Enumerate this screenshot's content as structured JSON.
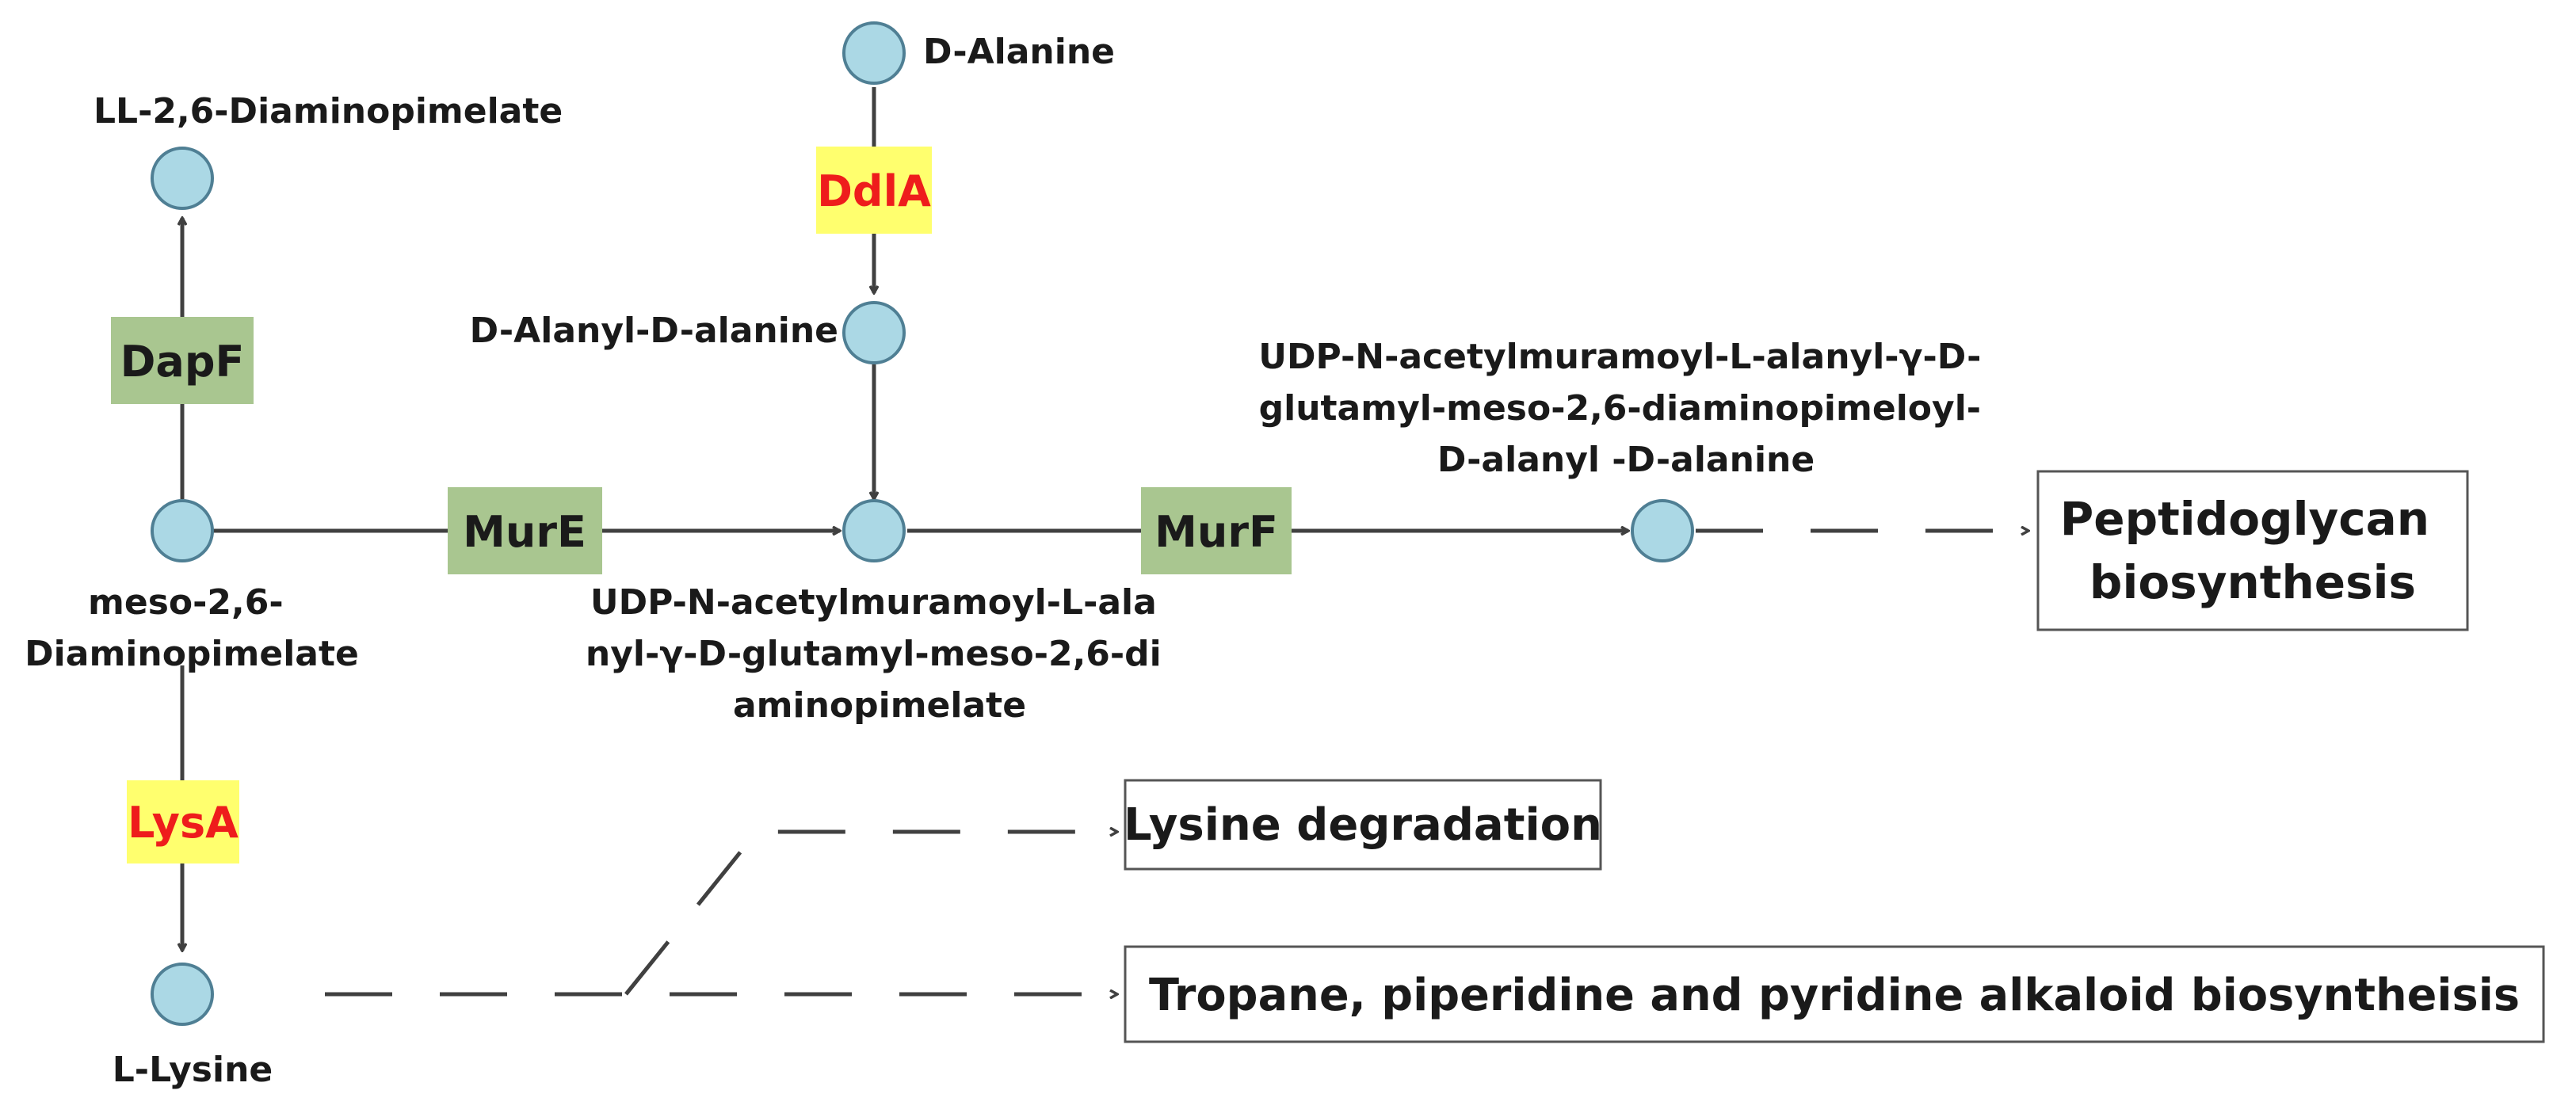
{
  "colors": {
    "node_fill": "#abd8e5",
    "node_stroke": "#4f7f94",
    "line": "#404040",
    "enzyme_green_bg": "#a9c690",
    "enzyme_yellow_bg": "#ffff6e",
    "enzyme_red_text": "#ee1c1c",
    "text": "#1a1a1a"
  },
  "metabolites": {
    "ll_dap": "LL-2,6-Diaminopimelate",
    "d_alanine": "D-Alanine",
    "d_ala_d_ala": "D-Alanyl-D-alanine",
    "meso_dap": [
      "meso-2,6-",
      "Diaminopimelate"
    ],
    "udp_tri": [
      "UDP-N-acetylmuramoyl-L-ala",
      "nyl-γ-D-glutamyl-meso-2,6-di",
      "aminopimelate"
    ],
    "udp_penta": [
      "UDP-N-acetylmuramoyl-L-alanyl-γ-D-",
      "glutamyl-meso-2,6-diaminopimeloyl-",
      "D-alanyl -D-alanine"
    ],
    "l_lysine": "L-Lysine"
  },
  "enzymes": {
    "dapf": "DapF",
    "ddla": "DdlA",
    "mure": "MurE",
    "murf": "MurF",
    "lysa": "LysA"
  },
  "pathways": {
    "peptidoglycan": [
      "Peptidoglycan",
      "biosynthesis"
    ],
    "lysine_degradation": "Lysine degradation",
    "alkaloid": "Tropane, piperidine and pyridine alkaloid biosyntheisis"
  }
}
